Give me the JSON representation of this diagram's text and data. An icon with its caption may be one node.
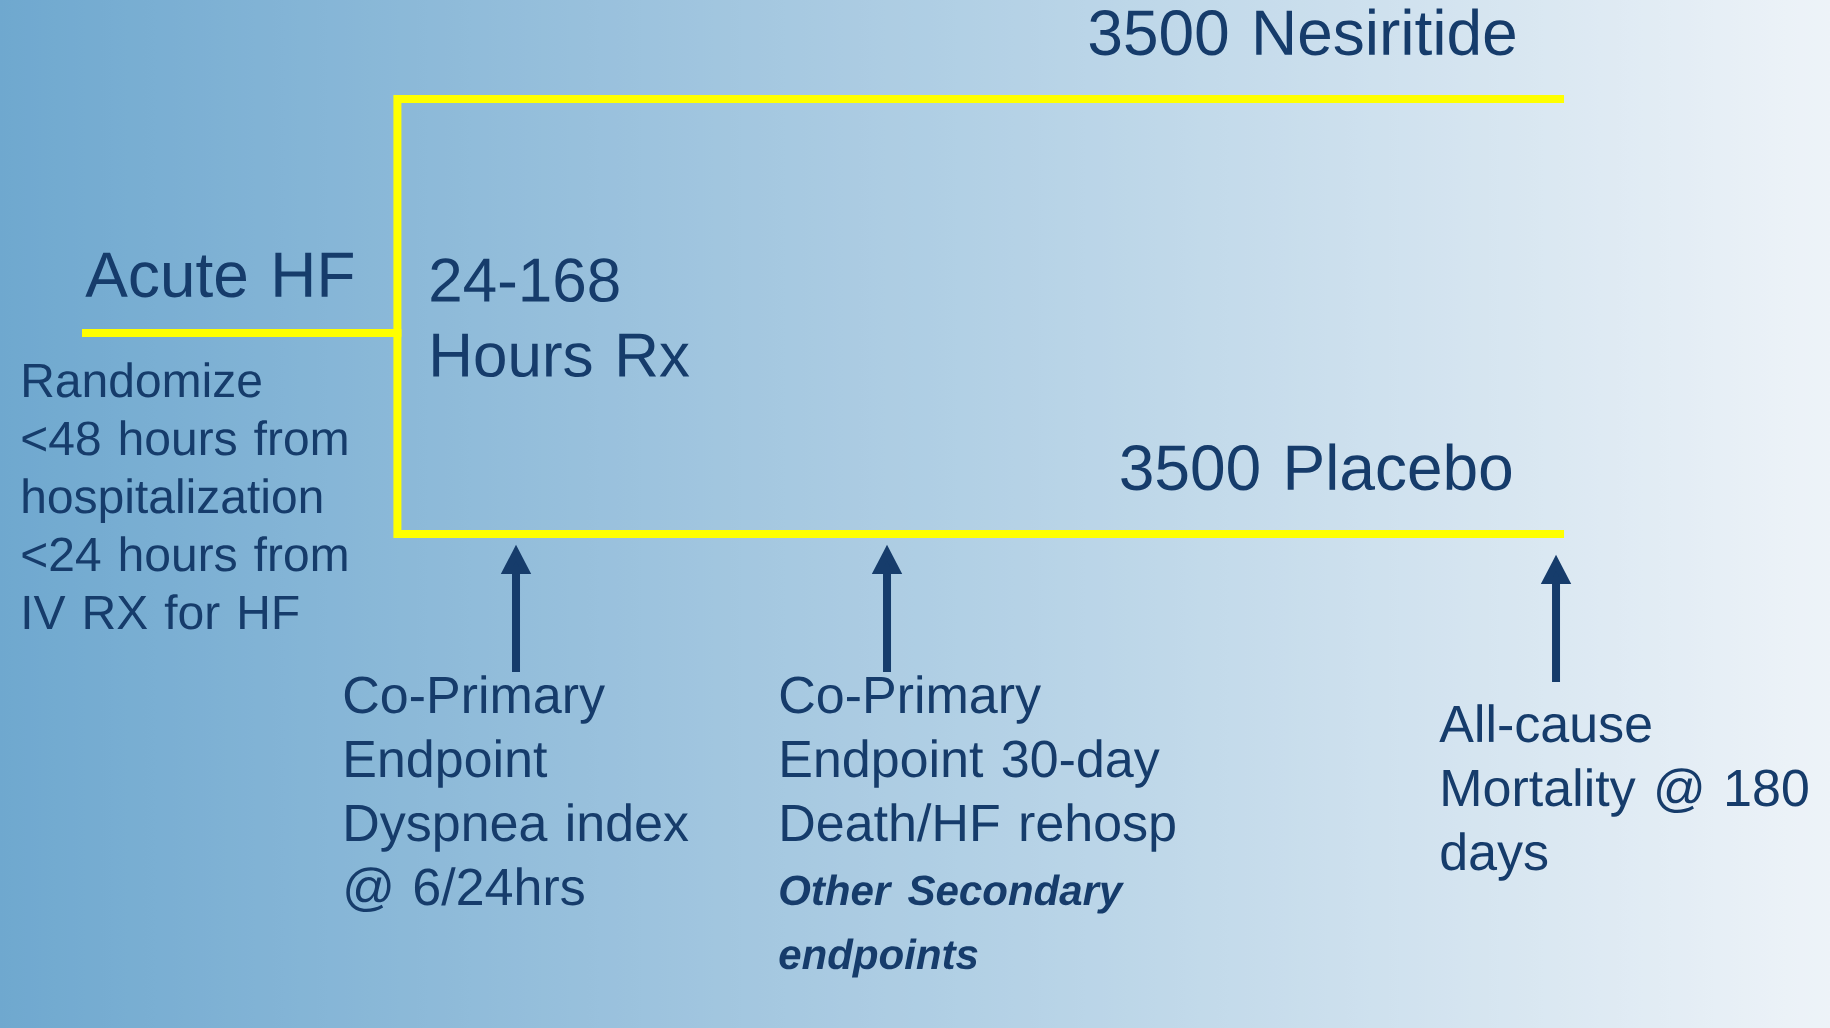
{
  "diagram": {
    "nodes": [
      {
        "text": [
          "Acute HF"
        ]
      },
      {
        "text": [
          "3500 Nesiritide"
        ]
      },
      {
        "text": [
          "3500 Placebo"
        ]
      },
      {
        "text": [
          "Co-Primary Endpoint Dyspnea index @ 6/24hrs"
        ]
      },
      {
        "text": [
          "Co-Primary Endpoint 30-day Death/HF rehosp",
          "Other Secondary endpoints"
        ]
      },
      {
        "text": [
          "All-cause Mortality @ 180 days"
        ]
      }
    ],
    "edges": [
      {
        "from": 0,
        "to": 1,
        "arrow": "none",
        "color": "#ffff00"
      },
      {
        "from": 0,
        "to": 2,
        "arrow": "none",
        "color": "#ffff00"
      },
      {
        "from": 3,
        "to": null,
        "arrow": "to"
      },
      {
        "from": 4,
        "to": null,
        "arrow": "to"
      },
      {
        "from": 5,
        "to": null,
        "arrow": "to"
      }
    ],
    "labels": [
      "Randomize <48 hours from hospitalization <24 hours from IV RX for HF",
      "24-168 Hours Rx"
    ]
  }
}
